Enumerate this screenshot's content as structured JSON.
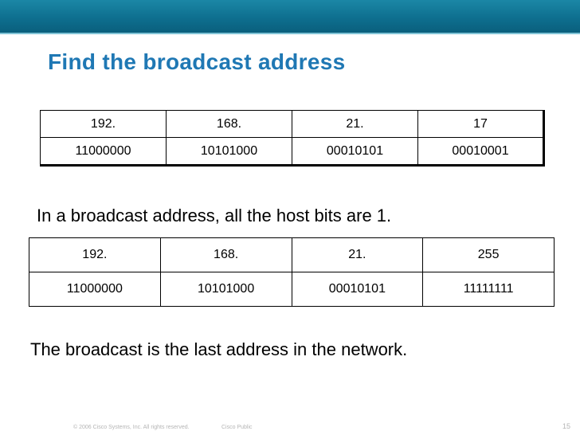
{
  "slide": {
    "title": "Find the broadcast address",
    "text_host_bits": "In a broadcast address, all the host bits are 1.",
    "text_last_address": "The broadcast is the last address in the network."
  },
  "table1": {
    "rows": [
      [
        "192.",
        "168.",
        "21.",
        "17"
      ],
      [
        "11000000",
        "10101000",
        "00010101",
        "00010001"
      ]
    ]
  },
  "table2": {
    "rows": [
      [
        "192.",
        "168.",
        "21.",
        "255"
      ],
      [
        "11000000",
        "10101000",
        "00010101",
        "11111111"
      ]
    ]
  },
  "footer": {
    "copyright": "© 2006 Cisco Systems, Inc. All rights reserved.",
    "classification": "Cisco Public",
    "page_number": "15"
  },
  "colors": {
    "header_band": "#0e6f8f",
    "title": "#1f78b4"
  }
}
